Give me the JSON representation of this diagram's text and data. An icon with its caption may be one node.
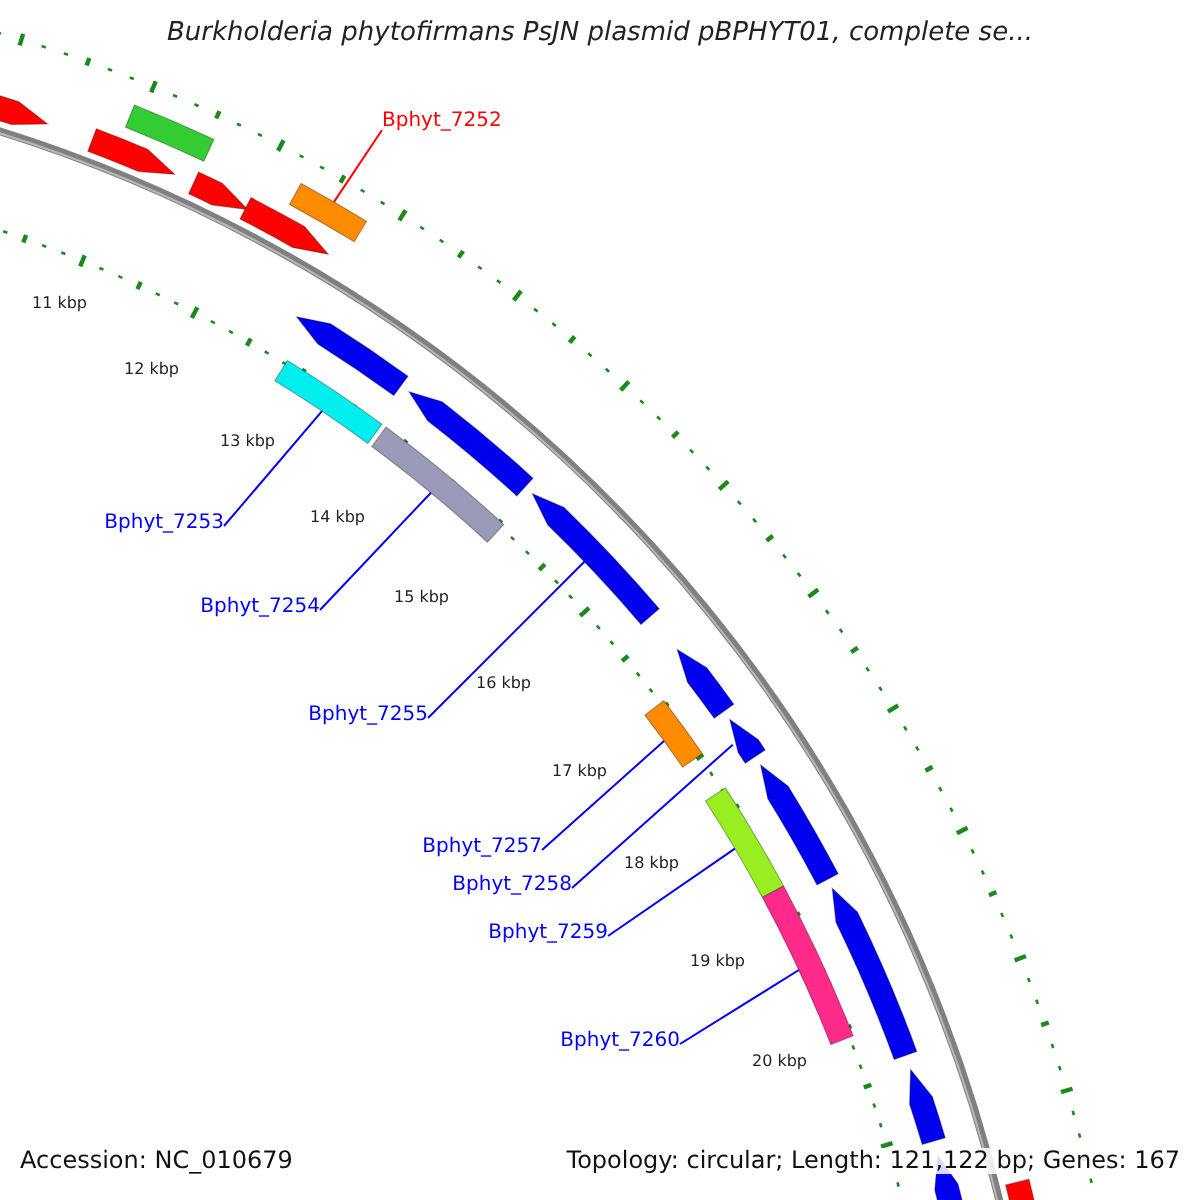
{
  "diagram": {
    "title": "Burkholderia phytofirmans PsJN plasmid pBPHYT01, complete se...",
    "nodes": [
      {
        "text": [
          "Bphyt_7252"
        ]
      },
      {
        "text": [
          "Bphyt_7253"
        ]
      },
      {
        "text": [
          "Bphyt_7254"
        ]
      },
      {
        "text": [
          "Bphyt_7255"
        ]
      },
      {
        "text": [
          "Bphyt_7257"
        ]
      },
      {
        "text": [
          "Bphyt_7258"
        ]
      },
      {
        "text": [
          "Bphyt_7259"
        ]
      },
      {
        "text": [
          "Bphyt_7260"
        ]
      },
      {
        "text": [],
        "shape": "bar"
      },
      {
        "text": [],
        "shape": "bar"
      },
      {
        "text": [],
        "shape": "bar"
      },
      {
        "text": [],
        "shape": "bar"
      },
      {
        "text": [],
        "shape": "bar"
      },
      {
        "text": [],
        "shape": "bar"
      },
      {
        "text": [],
        "shape": "bar"
      },
      {
        "text": [],
        "shape": "bar"
      },
      {
        "text": [],
        "shape": "bar"
      },
      {
        "text": [],
        "shape": "bar"
      },
      {
        "text": [],
        "shape": "bar"
      },
      {
        "text": [],
        "shape": "bar"
      },
      {
        "text": [],
        "shape": "bar"
      },
      {
        "text": [],
        "shape": "bar"
      },
      {
        "text": [],
        "shape": "bar"
      },
      {
        "text": [],
        "shape": "bar"
      },
      {
        "text": [],
        "shape": "bar"
      },
      {
        "text": [],
        "shape": "bar"
      },
      {
        "text": [],
        "shape": "bar"
      },
      {
        "text": [],
        "shape": "bar"
      },
      {
        "text": [],
        "shape": "bar"
      }
    ],
    "edges": [
      {
        "from": 0,
        "to": 12,
        "arrow": "none",
        "color": "#ff0000"
      },
      {
        "from": 1,
        "to": 15,
        "arrow": "none"
      },
      {
        "from": 2,
        "to": 17,
        "arrow": "none"
      },
      {
        "from": 3,
        "to": 18,
        "arrow": "none"
      },
      {
        "from": 4,
        "to": 20,
        "arrow": "none"
      },
      {
        "from": 5,
        "to": 21,
        "arrow": "none"
      },
      {
        "from": 6,
        "to": 23,
        "arrow": "none"
      },
      {
        "from": 7,
        "to": 24,
        "arrow": "none"
      }
    ],
    "labels": [
      "11 kbp",
      "12 kbp",
      "13 kbp",
      "14 kbp",
      "15 kbp",
      "16 kbp",
      "17 kbp",
      "18 kbp",
      "19 kbp",
      "20 kbp",
      "Accession: NC_010679",
      "Topology: circular; Length: 121,122 bp; Genes: 167"
    ]
  }
}
